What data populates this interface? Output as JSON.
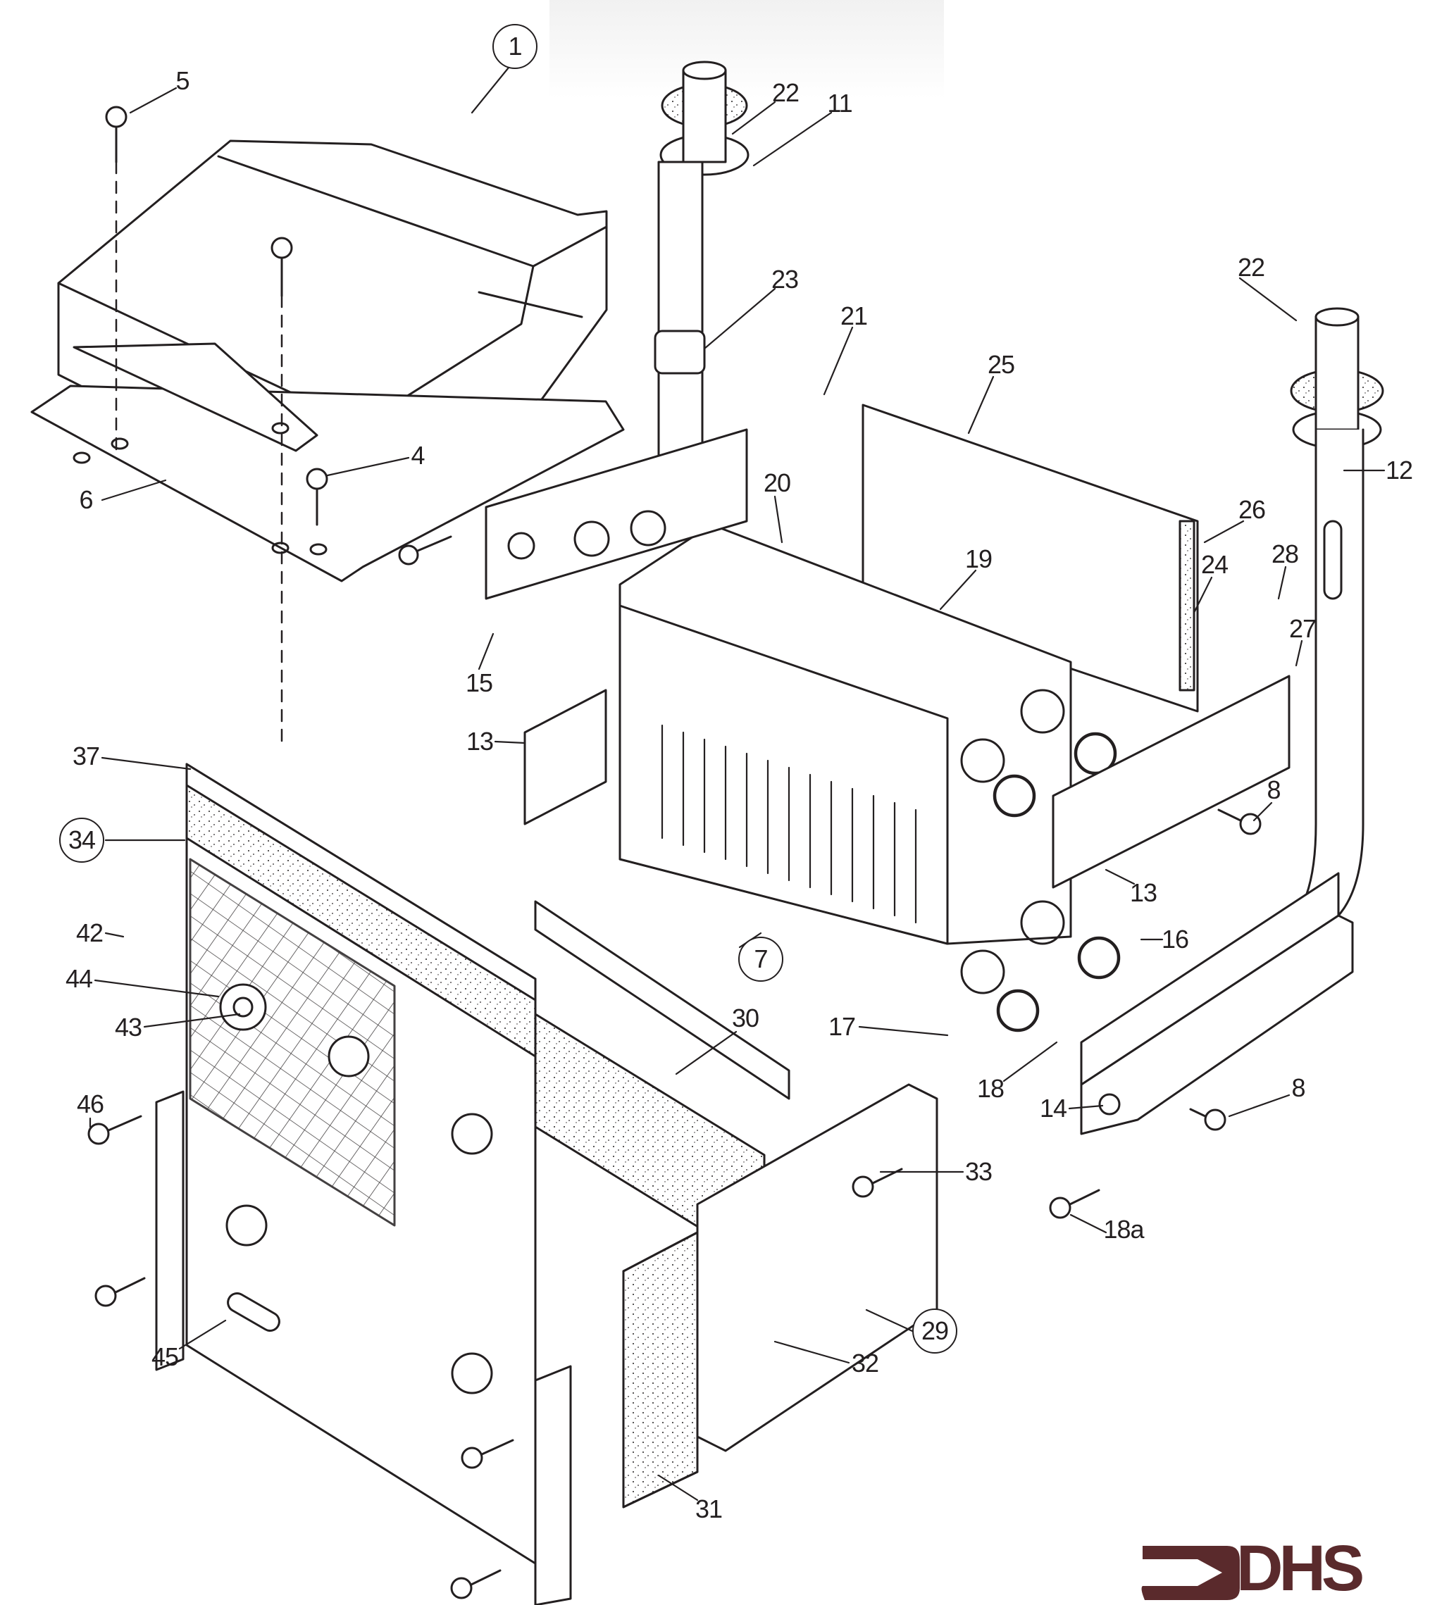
{
  "document": {
    "type": "exploded parts diagram",
    "subject": "heat exchanger / combustion chamber assembly"
  },
  "labels": [
    {
      "id": "1",
      "circled": true
    },
    {
      "id": "5",
      "circled": false
    },
    {
      "id": "22",
      "circled": false
    },
    {
      "id": "11",
      "circled": false
    },
    {
      "id": "23",
      "circled": false
    },
    {
      "id": "22",
      "circled": false
    },
    {
      "id": "21",
      "circled": false
    },
    {
      "id": "25",
      "circled": false
    },
    {
      "id": "12",
      "circled": false
    },
    {
      "id": "4",
      "circled": false
    },
    {
      "id": "6",
      "circled": false
    },
    {
      "id": "20",
      "circled": false
    },
    {
      "id": "26",
      "circled": false
    },
    {
      "id": "19",
      "circled": false
    },
    {
      "id": "24",
      "circled": false
    },
    {
      "id": "28",
      "circled": false
    },
    {
      "id": "27",
      "circled": false
    },
    {
      "id": "15",
      "circled": false
    },
    {
      "id": "13",
      "circled": false
    },
    {
      "id": "37",
      "circled": false
    },
    {
      "id": "34",
      "circled": true
    },
    {
      "id": "8",
      "circled": false
    },
    {
      "id": "13",
      "circled": false
    },
    {
      "id": "42",
      "circled": false
    },
    {
      "id": "7",
      "circled": true
    },
    {
      "id": "16",
      "circled": false
    },
    {
      "id": "44",
      "circled": false
    },
    {
      "id": "43",
      "circled": false
    },
    {
      "id": "30",
      "circled": false
    },
    {
      "id": "17",
      "circled": false
    },
    {
      "id": "18",
      "circled": false
    },
    {
      "id": "14",
      "circled": false
    },
    {
      "id": "8",
      "circled": false
    },
    {
      "id": "46",
      "circled": false
    },
    {
      "id": "33",
      "circled": false
    },
    {
      "id": "18a",
      "circled": false
    },
    {
      "id": "29",
      "circled": true
    },
    {
      "id": "45",
      "circled": false
    },
    {
      "id": "32",
      "circled": false
    },
    {
      "id": "31",
      "circled": false
    }
  ],
  "logo": {
    "text": "DHS",
    "color": "#5a2a2c"
  },
  "colors": {
    "ink": "#231f20",
    "background": "#ffffff"
  }
}
